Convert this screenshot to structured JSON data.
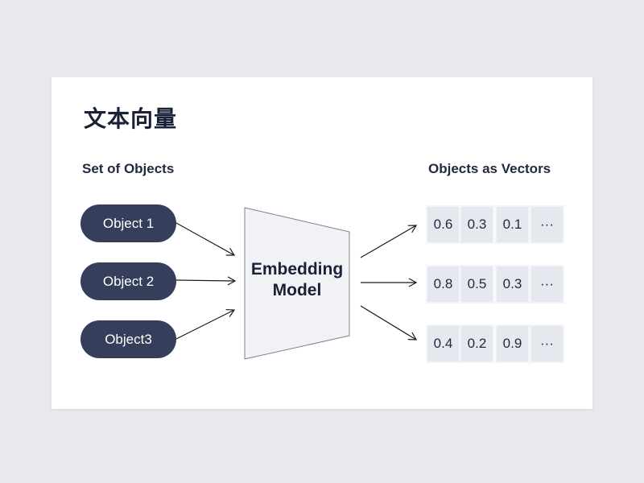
{
  "title": "文本向量",
  "left_label": "Set of Objects",
  "right_label": "Objects as Vectors",
  "objects": [
    "Object 1",
    "Object 2",
    "Object3"
  ],
  "model": {
    "line1": "Embedding",
    "line2": "Model"
  },
  "vectors": [
    [
      "0.6",
      "0.3",
      "0.1",
      "···"
    ],
    [
      "0.8",
      "0.5",
      "0.3",
      "···"
    ],
    [
      "0.4",
      "0.2",
      "0.9",
      "···"
    ]
  ]
}
